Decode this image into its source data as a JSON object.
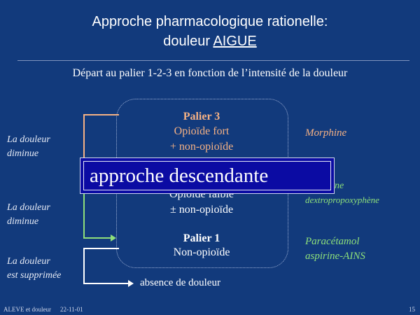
{
  "title_line1": "Approche pharmacologique rationelle:",
  "title_line2_prefix": "douleur ",
  "title_line2_emph": "AIGUE",
  "subtitle": "Départ au palier 1-2-3 en fonction de l’intensité de la douleur",
  "palier3": {
    "heading": "Palier 3",
    "line1": "Opioïde fort",
    "line2": "+ non-opioïde"
  },
  "palier2": {
    "line1": "Opioïde faible",
    "line2": "± non-opioïde"
  },
  "palier1": {
    "heading": "Palier 1",
    "line1": "Non-opioïde"
  },
  "absence": "absence de douleur",
  "left_labels": [
    {
      "line1": "La douleur",
      "line2": "diminue"
    },
    {
      "line1": "La douleur",
      "line2": "diminue"
    },
    {
      "line1": "La douleur",
      "line2": "est supprimée"
    }
  ],
  "right_labels": {
    "p3": "Morphine",
    "p2a": "ne",
    "p2b": "dextropropoxyphène",
    "p1a": "Paracétamol",
    "p1b": "aspirine-AINS"
  },
  "banner": "approche descendante",
  "footer": {
    "left": "ALEVE et douleur",
    "date": "22-11-01",
    "page": "15"
  },
  "colors": {
    "background": "#123a7c",
    "orange": "#f5b184",
    "green": "#8ee07a",
    "banner": "#0b0ba3"
  }
}
